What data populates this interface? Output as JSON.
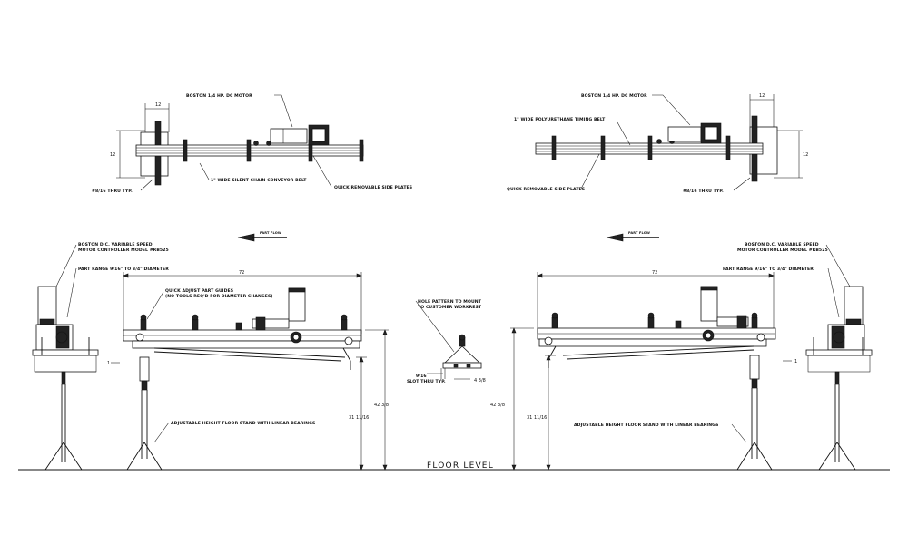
{
  "top_left": {
    "motor": "BOSTON 1/4 HP. DC MOTOR",
    "belt": "1\" WIDE SILENT CHAIN CONVEYOR BELT",
    "plates": "QUICK REMOVABLE SIDE PLATES",
    "thru": "#8/16 THRU TYP.",
    "dim_w": "12",
    "dim_h": "12"
  },
  "top_right": {
    "motor": "BOSTON 1/4 HP. DC MOTOR",
    "belt": "1\" WIDE POLYURETHANE TIMING BELT",
    "plates": "QUICK REMOVABLE SIDE PLATES",
    "thru": "#8/16 THRU TYP.",
    "dim_w": "12",
    "dim_h": "12"
  },
  "flow_left": "PART FLOW",
  "flow_right": "PART FLOW",
  "side_left": {
    "controller_1": "BOSTON D.C. VARIABLE SPEED",
    "controller_2": "MOTOR CONTROLLER MODEL #RB525",
    "range": "PART RANGE 9/16\" TO 3/4\" DIAMETER",
    "length": "72",
    "guides_1": "QUICK ADJUST PART GUIDES",
    "guides_2": "(NO TOOLS REQ'D FOR DIAMETER CHANGES)",
    "end_dim": "1",
    "h1": "42 3/8",
    "h2": "31 11/16",
    "stand": "ADJUSTABLE HEIGHT FLOOR STAND WITH LINEAR BEARINGS"
  },
  "side_right": {
    "controller_1": "BOSTON D.C. VARIABLE SPEED",
    "controller_2": "MOTOR CONTROLLER MODEL #RB525",
    "range": "PART RANGE 9/16\" TO 3/4\" DIAMETER",
    "length": "72",
    "end_dim": "1",
    "h1": "42 3/8",
    "h2": "31 11/16",
    "stand": "ADJUSTABLE HEIGHT FLOOR STAND WITH LINEAR BEARINGS"
  },
  "detail": {
    "note_1": "HOLE PATTERN TO MOUNT",
    "note_2": "TO CUSTOMER WORKREST",
    "slot_1": "9/16",
    "slot_2": "SLOT THRU TYP.",
    "dim": "4 3/8"
  },
  "floor_label": "FLOOR LEVEL"
}
